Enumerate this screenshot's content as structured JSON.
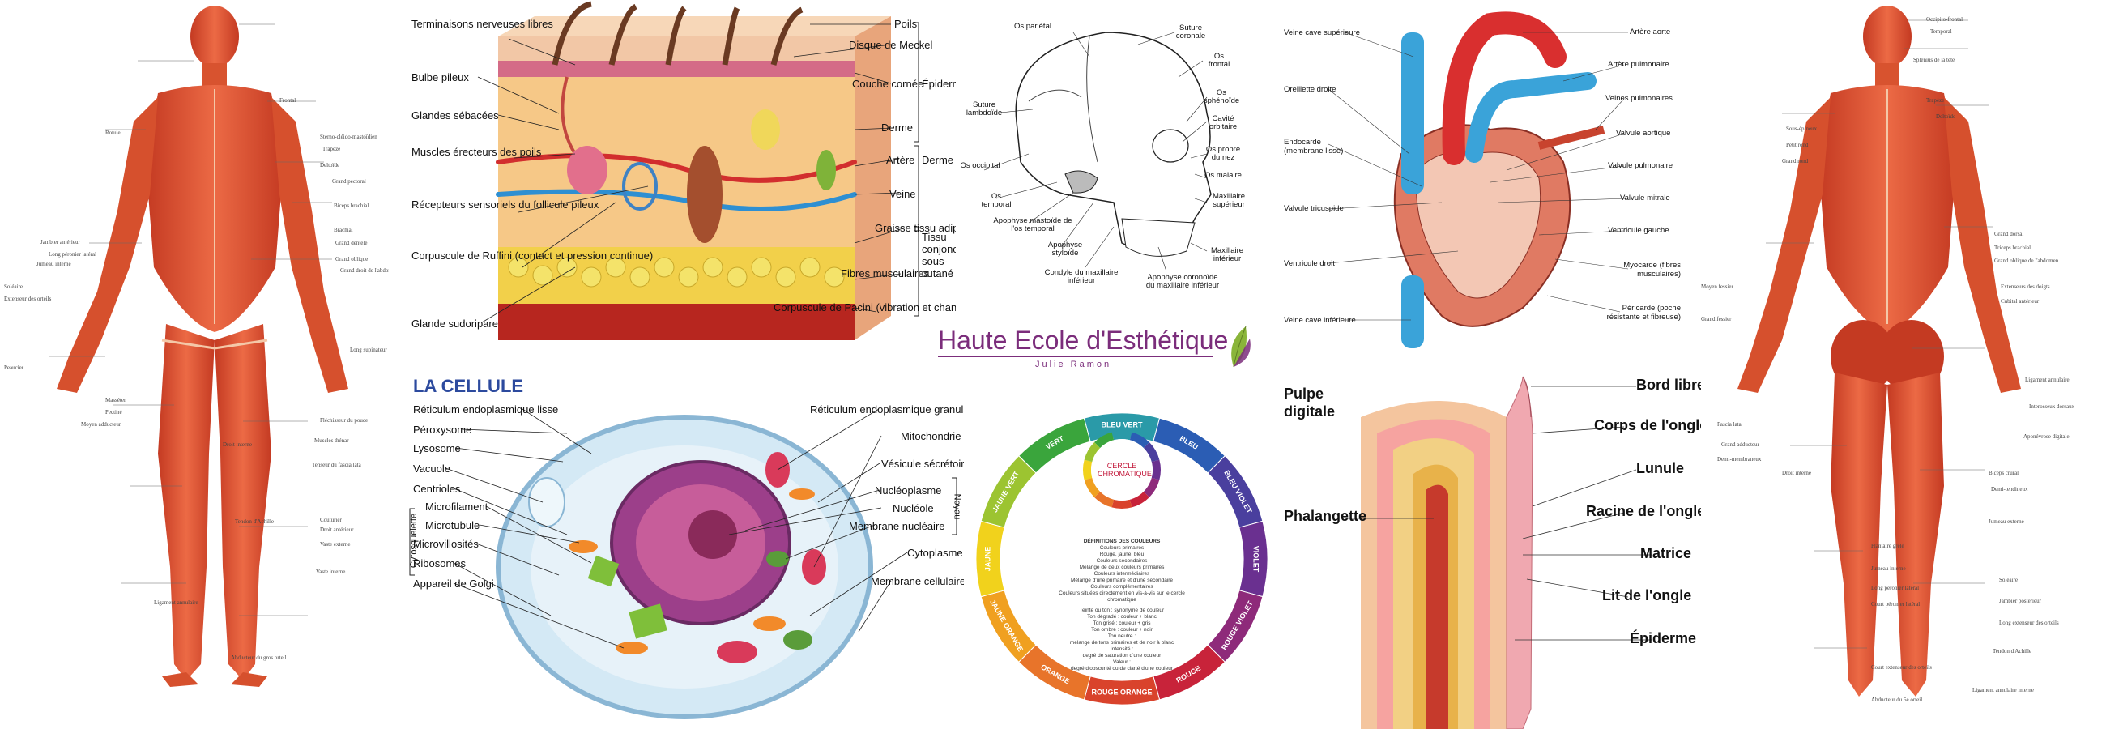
{
  "brand": {
    "name": "Haute Ecole d'Esthétique",
    "author": "Julie Ramon",
    "color": "#7b2d7b",
    "leaf_color": "#8ab53a"
  },
  "skin": {
    "labels_left": [
      "Terminaisons nerveuses libres",
      "Bulbe pileux",
      "Glandes sébacées",
      "Muscles érecteurs des poils",
      "Récepteurs sensoriels du follicule pileux",
      "Corpuscule de Ruffini (contact et pression continue)",
      "Glande sudoripare"
    ],
    "labels_right": [
      "Poils",
      "Disque de Meckel",
      "Couche cornée",
      "Derme",
      "Artère",
      "Veine",
      "Graisse tissu adipeux",
      "Fibres musculaires",
      "Corpuscule de Pacini (vibration et changement de pression)"
    ],
    "brackets": [
      "Épiderme",
      "Derme",
      "Tissu conjonctif sous-cutané"
    ]
  },
  "skull": {
    "labels": [
      "Os pariétal",
      "Suture coronale",
      "Os frontal",
      "Os sphénoïde",
      "Cavité orbitaire",
      "Os propre du nez",
      "Os malaire",
      "Maxillaire supérieur",
      "Maxillaire inférieur",
      "Apophyse coronoïde du maxillaire inférieur",
      "Condyle du maxillaire inférieur",
      "Apophyse styloïde",
      "Apophyse mastoïde de l'os temporal",
      "Os temporal",
      "Os occipital",
      "Suture lambdoïde"
    ]
  },
  "heart": {
    "labels_left": [
      "Veine cave supérieure",
      "Oreillette droite",
      "Endocarde (membrane lisse)",
      "Valvule tricuspide",
      "Ventricule droit",
      "Veine cave inférieure"
    ],
    "labels_right": [
      "Artère aorte",
      "Artère pulmonaire",
      "Veines pulmonaires",
      "Valvule aortique",
      "Valvule pulmonaire",
      "Valvule mitrale",
      "Ventricule gauche",
      "Myocarde (fibres musculaires)",
      "Péricarde (poche résistante et fibreuse)"
    ]
  },
  "cell": {
    "title": "LA CELLULE",
    "labels_left": [
      "Réticulum endoplasmique lisse",
      "Péroxysome",
      "Lysosome",
      "Vacuole",
      "Centrioles",
      "Microfilament",
      "Microtubule",
      "Microvillosités",
      "Ribosomes",
      "Appareil de Golgi"
    ],
    "cytosquelette": "Cytosquelette",
    "labels_right": [
      "Réticulum endoplasmique granulaire",
      "Mitochondrie",
      "Vésicule sécrétoire",
      "Nucléoplasme",
      "Nucléole",
      "Membrane nucléaire",
      "Cytoplasme",
      "Membrane cellulaire"
    ],
    "noyau": "Noyau"
  },
  "wheel": {
    "center_title": "CERCLE CHROMATIQUE",
    "ring_labels": [
      "VERT",
      "BLEU VERT",
      "BLEU",
      "BLEU VIOLET",
      "VIOLET",
      "ROUGE VIOLET",
      "ROUGE",
      "ROUGE ORANGE",
      "ORANGE",
      "JAUNE ORANGE",
      "JAUNE",
      "JAUNE VERT"
    ],
    "ring_colors": [
      "#3aa53c",
      "#2a9aa8",
      "#2b5db4",
      "#4a3f9e",
      "#6a3090",
      "#8e2a7a",
      "#c8233a",
      "#d9432c",
      "#e8742a",
      "#f0a020",
      "#f1d21c",
      "#9cc431"
    ],
    "defs_title": "DÉFINITIONS DES COULEURS",
    "defs_lines": [
      "Couleurs primaires",
      "Rouge, jaune, bleu",
      "Couleurs secondaires",
      "Mélange de deux couleurs primaires",
      "Couleurs intermédiaires",
      "Mélange d'une primaire et d'une secondaire",
      "Couleurs complémentaires",
      "Couleurs situées directement en vis-à-vis sur le cercle chromatique"
    ],
    "lower_lines": [
      "Teinte ou ton : synonyme de couleur",
      "Ton dégradé : couleur + blanc",
      "Ton grisé : couleur + gris",
      "Ton ombré : couleur + noir",
      "Ton neutre :",
      "mélange de tons primaires et de noir à blanc",
      "Intensité :",
      "degré de saturation d'une couleur",
      "Valeur :",
      "degré d'obscurité ou de clarté d'une couleur"
    ]
  },
  "nail": {
    "left_labels": [
      "Pulpe digitale",
      "Phalangette"
    ],
    "right_labels": [
      "Bord libre",
      "Corps de l'ongle",
      "Lunule",
      "Racine de l'ongle",
      "Matrice",
      "Lit de l'ongle",
      "Épiderme"
    ]
  },
  "muscle_front": {
    "labels": [
      "Frontal",
      "Sterno-cléido-mastoïdien",
      "Trapèze",
      "Deltoïde",
      "Grand pectoral",
      "Biceps brachial",
      "Brachial",
      "Grand dentelé",
      "Grand oblique",
      "Grand droit de l'abdomen",
      "Long supinateur",
      "Fléchisseur du pouce",
      "Muscles thénar",
      "Tenseur du fascia lata",
      "Couturier",
      "Droit antérieur",
      "Vaste externe",
      "Vaste interne",
      "Rotule",
      "Jambier antérieur",
      "Long péronier latéral",
      "Jumeau interne",
      "Soléaire",
      "Extenseur des orteils",
      "Peaucier",
      "Masséter",
      "Pectiné",
      "Moyen adducteur",
      "Droit interne",
      "Tendon d'Achille",
      "Ligament annulaire",
      "Abducteur du gros orteil"
    ]
  },
  "muscle_back": {
    "labels": [
      "Occipito-frontal",
      "Temporal",
      "Splénius de la tête",
      "Trapèze",
      "Deltoïde",
      "Sous-épineux",
      "Petit rond",
      "Grand rond",
      "Grand dorsal",
      "Triceps brachial",
      "Grand oblique de l'abdomen",
      "Extenseurs des doigts",
      "Cubital antérieur",
      "Moyen fessier",
      "Grand fessier",
      "Ligament annulaire",
      "Interosseux dorsaux",
      "Aponévrose digitale",
      "Fascia lata",
      "Biceps crural",
      "Demi-tendineux",
      "Demi-membraneux",
      "Grand adducteur",
      "Droit interne",
      "Plantaire grêle",
      "Jumeau externe",
      "Jumeau interne",
      "Soléaire",
      "Long péronier latéral",
      "Court péronier latéral",
      "Jambier postérieur",
      "Long extenseur des orteils",
      "Tendon d'Achille",
      "Court extenseur des orteils",
      "Abducteur du 5e orteil",
      "Ligament annulaire interne"
    ]
  }
}
